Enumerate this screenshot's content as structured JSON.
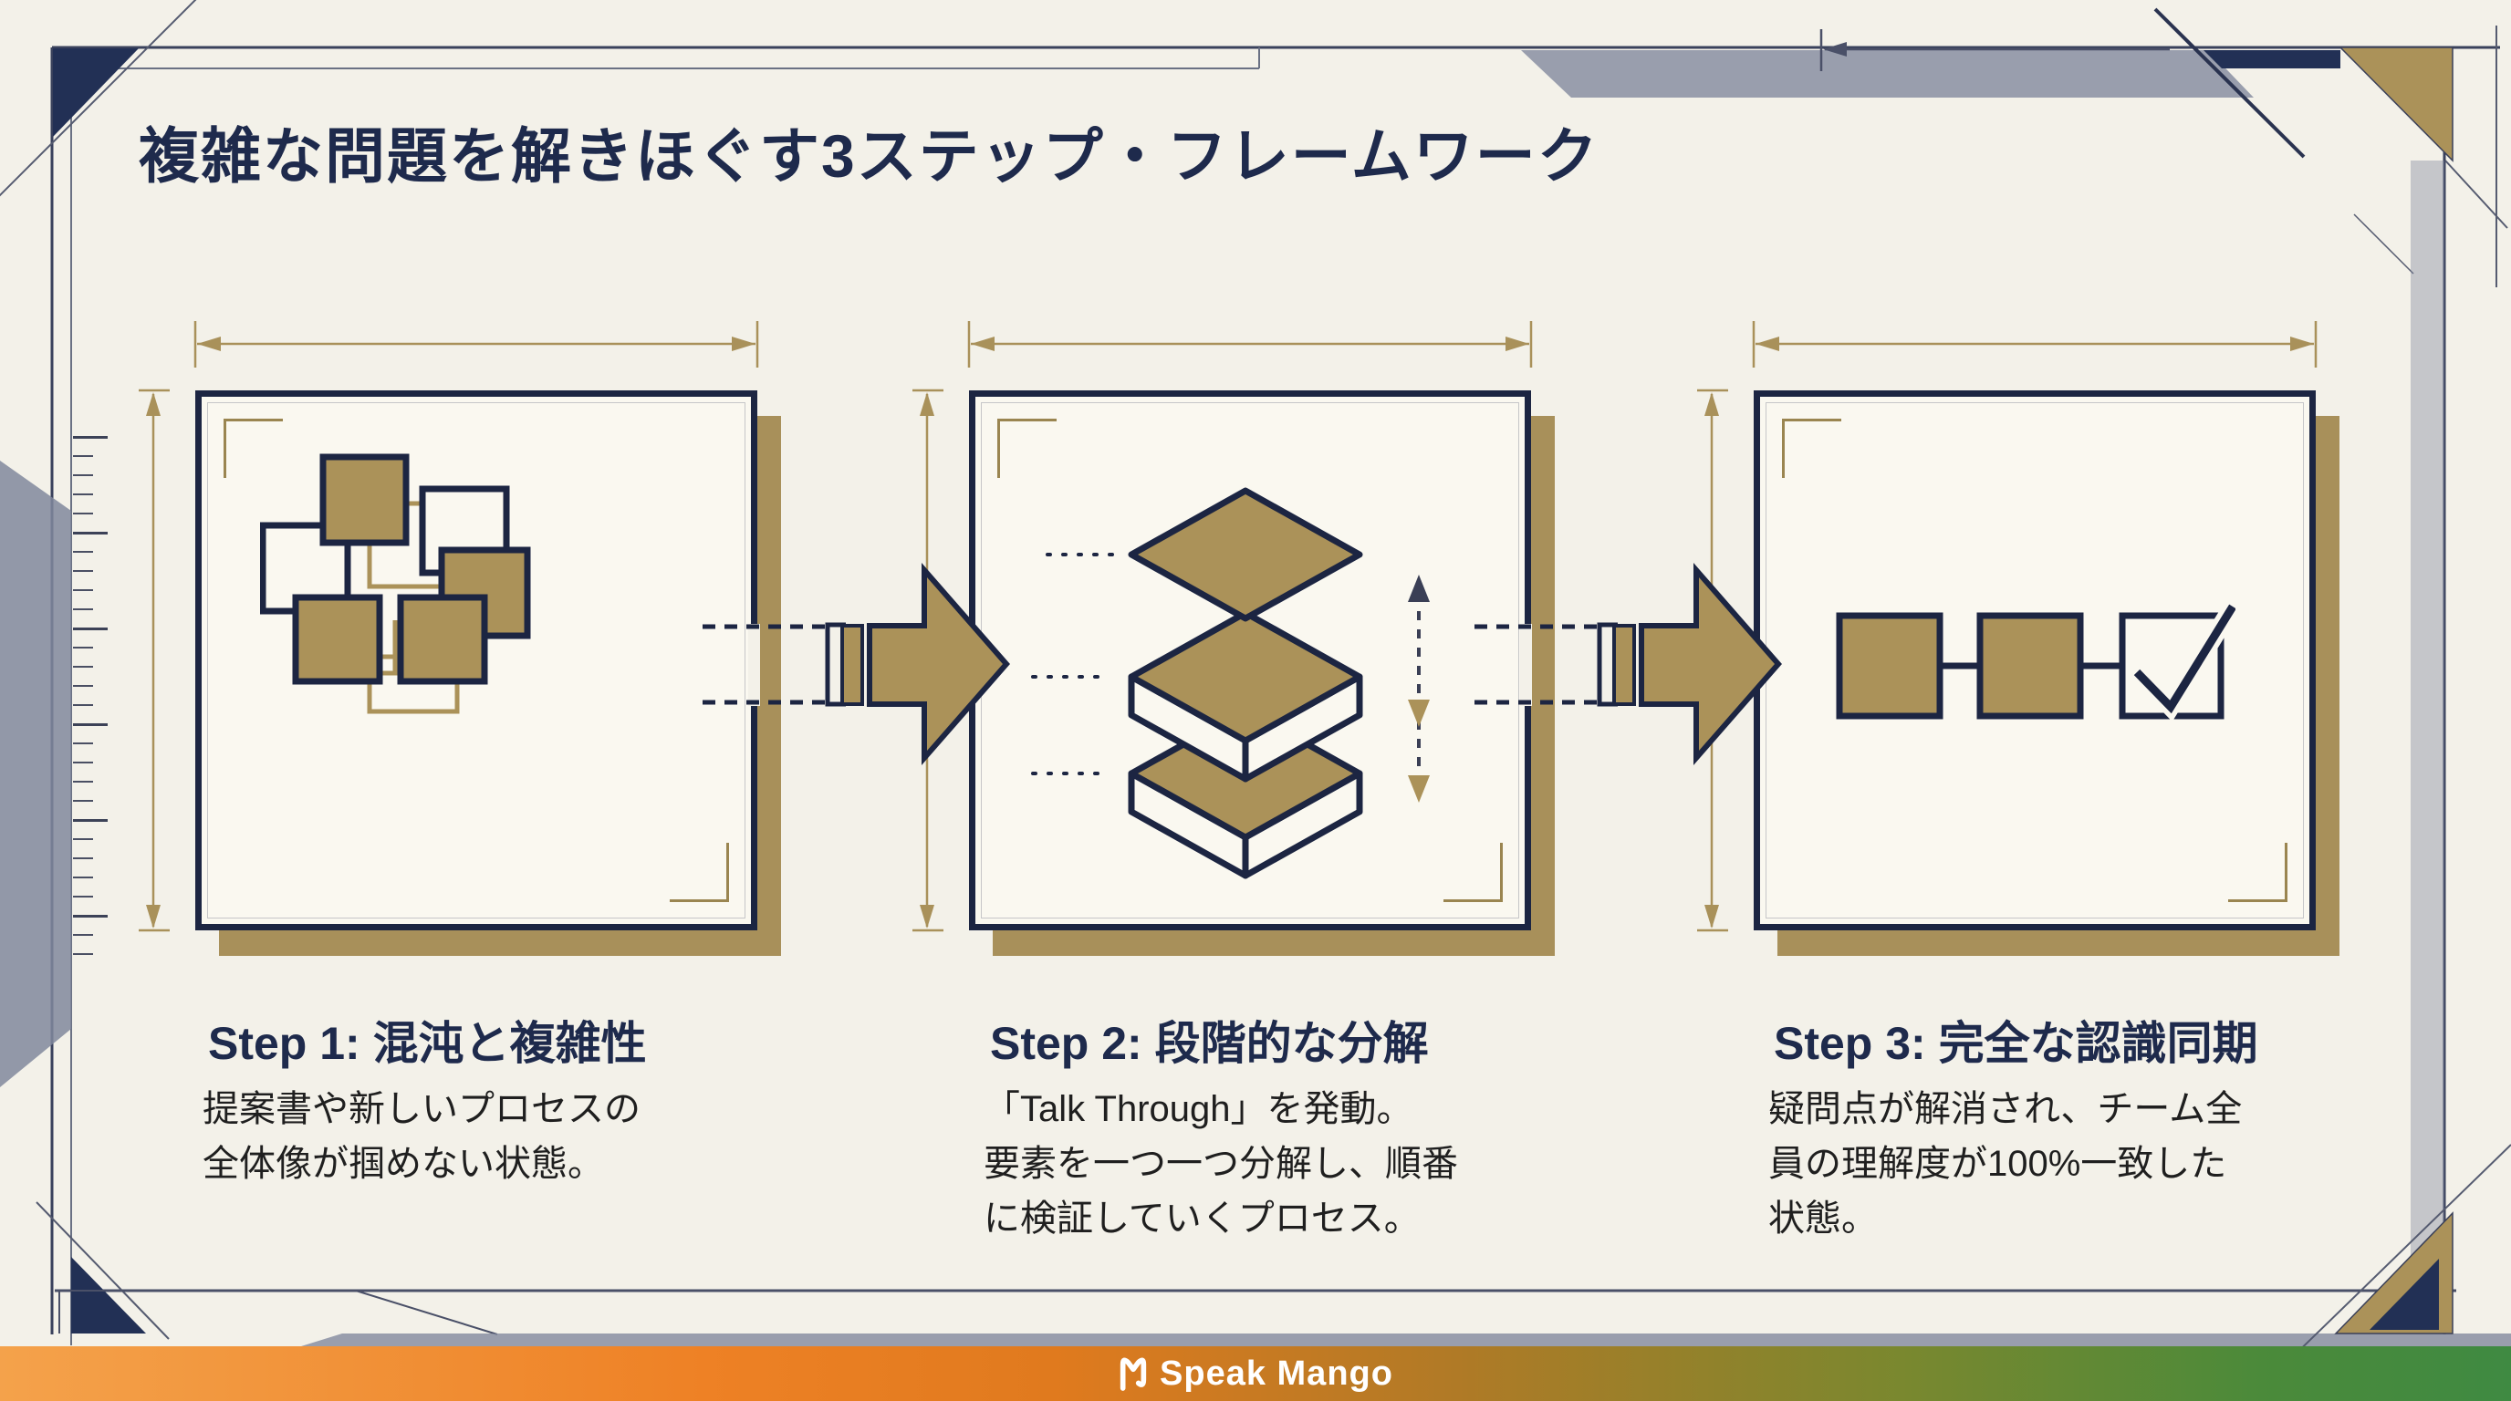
{
  "title": "複雑な問題を解きほぐす3ステップ・フレームワーク",
  "steps": [
    {
      "label": "Step 1: 混沌と複雑性",
      "description": "提案書や新しいプロセスの\n全体像が掴めない状態。",
      "icon": "tangled-squares"
    },
    {
      "label": "Step 2: 段階的な分解",
      "description": "「Talk Through」を発動。\n要素を一つ一つ分解し、順番\nに検証していくプロセス。",
      "icon": "layered-stack"
    },
    {
      "label": "Step 3: 完全な認識同期",
      "description": "疑問点が解消され、チーム全\n員の理解度が100%一致した\n状態。",
      "icon": "sequence-check"
    }
  ],
  "footer": {
    "brand": "Speak Mango"
  },
  "colors": {
    "navy": "#1c2542",
    "gold": "#ab9259",
    "background": "#f3f1e9",
    "banner_orange": "#ee8125",
    "banner_green": "#3f8a42"
  }
}
